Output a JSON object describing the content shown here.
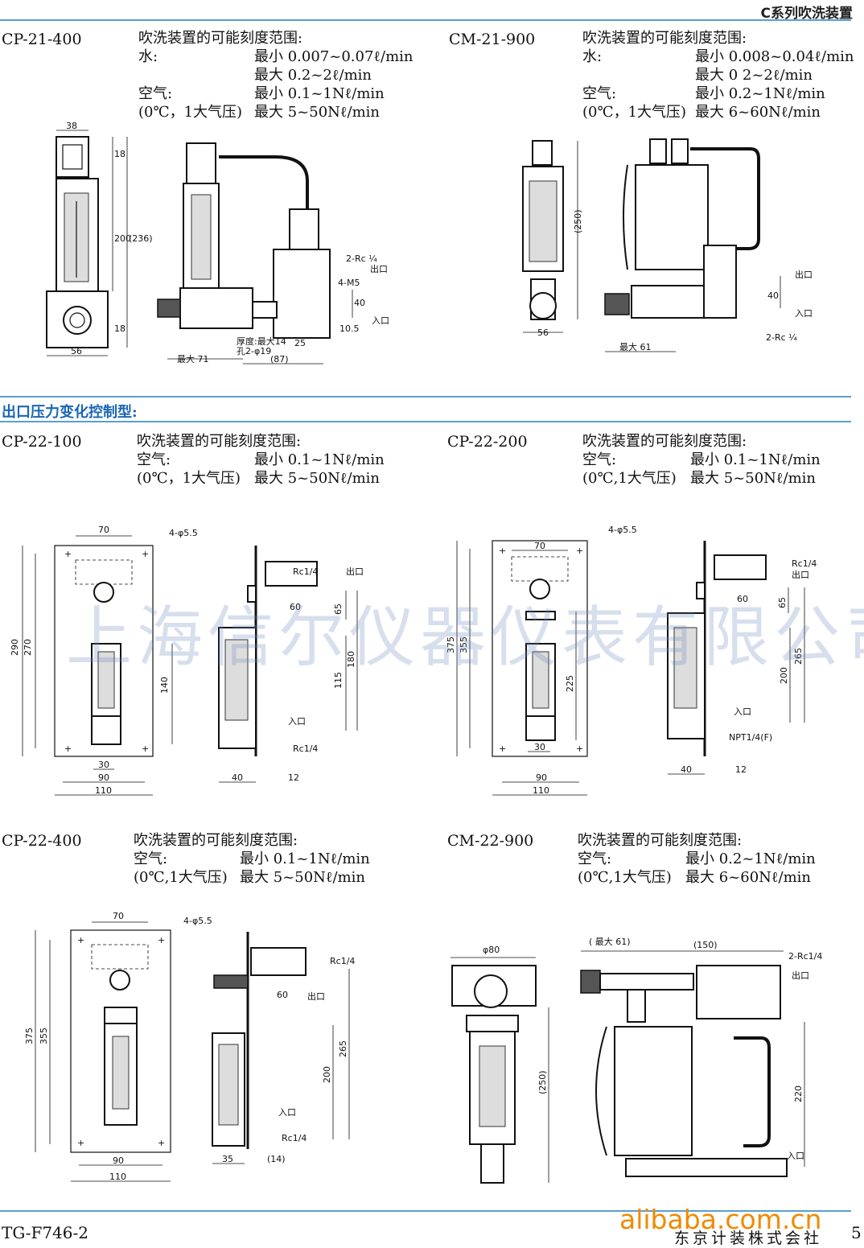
{
  "header": {
    "title": "C系列吹洗装置"
  },
  "section_title": "出口压力变化控制型:",
  "watermark": "上海信尔仪器仪表有限公司",
  "footer": {
    "code": "TG-F746-2",
    "brand": "alibaba.com.cn",
    "company": "东京计装株式会社",
    "page": "5"
  },
  "blocks": {
    "cp21400": {
      "model": "CP-21-400",
      "heading": "吹洗装置的可能刻度范围:",
      "rows": [
        {
          "label": "水:",
          "value": "最小 0.007~0.07ℓ/min"
        },
        {
          "label": "",
          "value": "最大 0.2~2ℓ/min"
        },
        {
          "label": "空气:",
          "value": "最小 0.1~1Nℓ/min"
        },
        {
          "label": "(0℃，1大气压)",
          "value": "最大 5~50Nℓ/min"
        }
      ]
    },
    "cm21900": {
      "model": "CM-21-900",
      "heading": "吹洗装置的可能刻度范围:",
      "rows": [
        {
          "label": "水:",
          "value": "最小 0.008~0.04ℓ/min"
        },
        {
          "label": "",
          "value": "最大 0 2~2ℓ/min"
        },
        {
          "label": "空气:",
          "value": "最小 0.2~1Nℓ/min"
        },
        {
          "label": "(0℃，1大气压)",
          "value": "最大 6~60Nℓ/min"
        }
      ]
    },
    "cp22100": {
      "model": "CP-22-100",
      "heading": "吹洗装置的可能刻度范围:",
      "rows": [
        {
          "label": "空气:",
          "value": "最小 0.1~1Nℓ/min"
        },
        {
          "label": "(0℃，1大气压)",
          "value": "最大 5~50Nℓ/min"
        }
      ]
    },
    "cp22200": {
      "model": "CP-22-200",
      "heading": "吹洗装置的可能刻度范围:",
      "rows": [
        {
          "label": "空气:",
          "value": "最小 0.1~1Nℓ/min"
        },
        {
          "label": "(0℃,1大气压)",
          "value": "最大 5~50Nℓ/min"
        }
      ]
    },
    "cp22400": {
      "model": "CP-22-400",
      "heading": "吹洗装置的可能刻度范围:",
      "rows": [
        {
          "label": "空气:",
          "value": "最小 0.1~1Nℓ/min"
        },
        {
          "label": "(0℃,1大气压)",
          "value": "最大 5~50Nℓ/min"
        }
      ]
    },
    "cm22900": {
      "model": "CM-22-900",
      "heading": "吹洗装置的可能刻度范围:",
      "rows": [
        {
          "label": "空气:",
          "value": "最小 0.2~1Nℓ/min"
        },
        {
          "label": "(0℃,1大气压)",
          "value": "最大 6~60Nℓ/min"
        }
      ]
    }
  },
  "drawings": {
    "d1": {
      "w38": "38",
      "d18a": "18",
      "d200": "200",
      "d236": "(236)",
      "d18b": "18",
      "w56": "56",
      "rc": "2-Rc ¼",
      "out": "出口",
      "m5": "4-M5",
      "d40": "40",
      "in": "入口",
      "d105": "10.5",
      "thick": "厚度:最大14",
      "hole": "孔2-φ19",
      "d25": "25",
      "max71": "最大 71",
      "d87": "(87)"
    },
    "d2": {
      "d250": "(250)",
      "w56": "56",
      "out": "出口",
      "d40": "40",
      "in": "入口",
      "rc": "2-Rc ¼",
      "max61": "最大 61"
    },
    "d3": {
      "w70": "70",
      "hole": "4-φ5.5",
      "d290": "290",
      "d270": "270",
      "d140": "140",
      "w30": "30",
      "w90": "90",
      "w110": "110",
      "rc1": "Rc1/4",
      "out": "出口",
      "d60": "60",
      "d65": "65",
      "d180": "180",
      "d115": "115",
      "in": "入口",
      "rc2": "Rc1/4",
      "d40": "40",
      "d12": "12"
    },
    "d4": {
      "w70": "70",
      "hole": "4-φ5.5",
      "d375": "375",
      "d355": "355",
      "d225": "225",
      "w30": "30",
      "w90": "90",
      "w110": "110",
      "rc1": "Rc1/4",
      "out": "出口",
      "d60": "60",
      "d65": "65",
      "d265": "265",
      "d200": "200",
      "in": "入口",
      "npt": "NPT1/4(F)",
      "d40": "40",
      "d12": "12"
    },
    "d5": {
      "w70": "70",
      "hole": "4-φ5.5",
      "d375": "375",
      "d355": "355",
      "w90": "90",
      "w110": "110",
      "rc1": "Rc1/4",
      "d60": "60",
      "out": "出口",
      "d265": "265",
      "d200": "200",
      "in": "入口",
      "rc2": "Rc1/4",
      "d35": "35",
      "d14": "(14)"
    },
    "d6": {
      "phi80": "φ80",
      "d250": "(250)",
      "max61": "( 最大 61)",
      "d150": "(150)",
      "rc": "2-Rc1/4",
      "out": "出口",
      "d220": "220",
      "in": "入口"
    }
  }
}
